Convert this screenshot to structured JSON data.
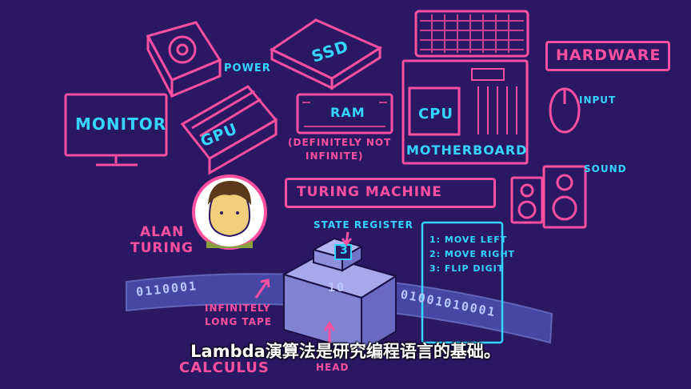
{
  "labels": {
    "power": "POWER",
    "ssd": "SSD",
    "hardware": "HARDWARE",
    "monitor": "MONITOR",
    "gpu": "GPU",
    "ram": "RAM",
    "ram_note_1": "(DEFINITELY NOT",
    "ram_note_2": "INFINITE)",
    "cpu": "CPU",
    "motherboard": "MOTHERBOARD",
    "input": "INPUT",
    "sound": "SOUND",
    "turing_machine": "TURING MACHINE",
    "alan_turing_1": "ALAN",
    "alan_turing_2": "TURING",
    "state_register": "STATE REGISTER",
    "state_value": "3",
    "tape_1": "INFINITELY",
    "tape_2": "LONG TAPE",
    "calculus": "CALCULUS",
    "head": "HEAD"
  },
  "tape": {
    "left_digits": "0110001",
    "middle_digits": "10",
    "right_digits": "01001010001"
  },
  "instructions": [
    "1: MOVE LEFT",
    "2: MOVE RIGHT",
    "3: FLIP DIGIT"
  ],
  "subtitle": "Lambda演算法是研究编程语言的基础。",
  "colors": {
    "background": "#2b1863",
    "pink": "#ff4fa0",
    "cyan": "#34d6ff",
    "tape": "#6f86e8",
    "machine": "#8c8cd8"
  }
}
